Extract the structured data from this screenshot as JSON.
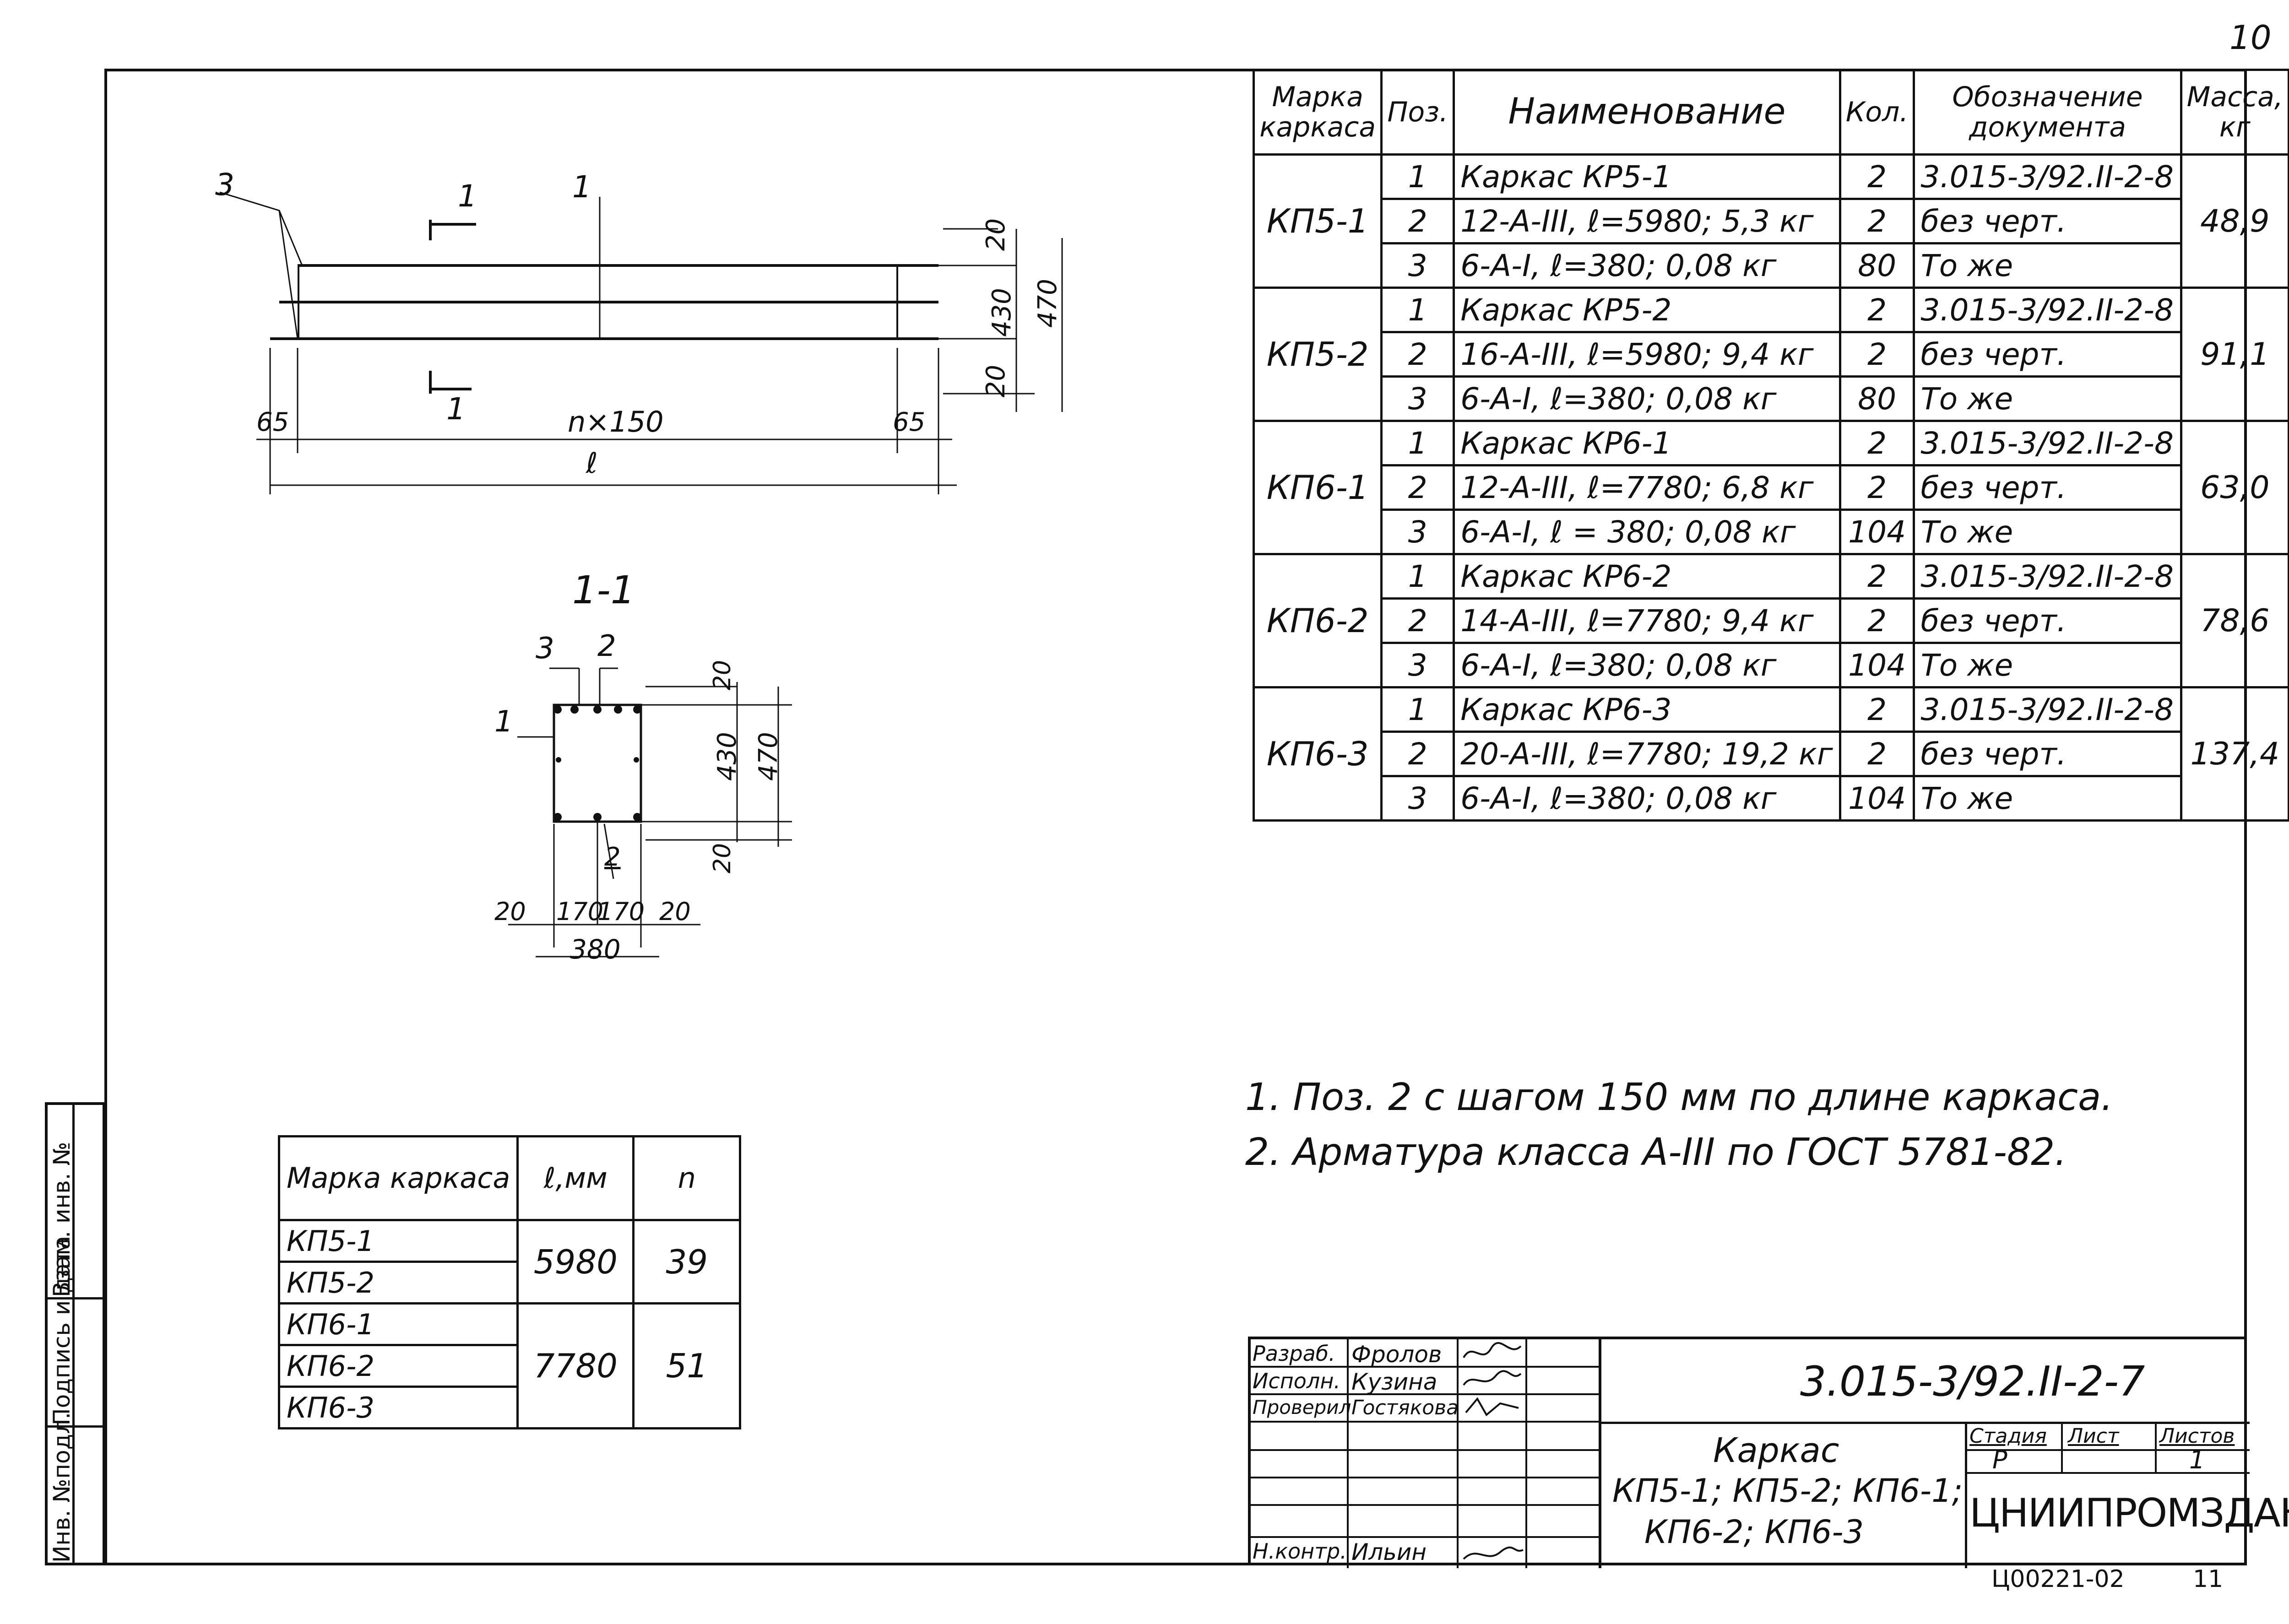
{
  "page_number": "10",
  "spec_table": {
    "headers": {
      "mark": "Марка каркаса",
      "pos": "Поз.",
      "name": "Наименование",
      "qty": "Кол.",
      "doc": "Обозначение документа",
      "mass": "Масса, кг"
    },
    "groups": [
      {
        "mark": "КП5-1",
        "mass": "48,9",
        "rows": [
          {
            "pos": "1",
            "name": "Каркас КР5-1",
            "qty": "2",
            "doc": "3.015-3/92.II-2-8"
          },
          {
            "pos": "2",
            "name": "12-A-III, ℓ=5980; 5,3 кг",
            "qty": "2",
            "doc": "без черт."
          },
          {
            "pos": "3",
            "name": "6-A-I, ℓ=380; 0,08 кг",
            "qty": "80",
            "doc": "То же"
          }
        ]
      },
      {
        "mark": "КП5-2",
        "mass": "91,1",
        "rows": [
          {
            "pos": "1",
            "name": "Каркас КР5-2",
            "qty": "2",
            "doc": "3.015-3/92.II-2-8"
          },
          {
            "pos": "2",
            "name": "16-A-III, ℓ=5980; 9,4 кг",
            "qty": "2",
            "doc": "без черт."
          },
          {
            "pos": "3",
            "name": "6-A-I, ℓ=380; 0,08 кг",
            "qty": "80",
            "doc": "То же"
          }
        ]
      },
      {
        "mark": "КП6-1",
        "mass": "63,0",
        "rows": [
          {
            "pos": "1",
            "name": "Каркас КР6-1",
            "qty": "2",
            "doc": "3.015-3/92.II-2-8"
          },
          {
            "pos": "2",
            "name": "12-A-III, ℓ=7780; 6,8 кг",
            "qty": "2",
            "doc": "без черт."
          },
          {
            "pos": "3",
            "name": "6-A-I, ℓ = 380; 0,08 кг",
            "qty": "104",
            "doc": "То же"
          }
        ]
      },
      {
        "mark": "КП6-2",
        "mass": "78,6",
        "rows": [
          {
            "pos": "1",
            "name": "Каркас КР6-2",
            "qty": "2",
            "doc": "3.015-3/92.II-2-8"
          },
          {
            "pos": "2",
            "name": "14-A-III, ℓ=7780; 9,4 кг",
            "qty": "2",
            "doc": "без черт."
          },
          {
            "pos": "3",
            "name": "6-A-I, ℓ=380; 0,08 кг",
            "qty": "104",
            "doc": "То же"
          }
        ]
      },
      {
        "mark": "КП6-3",
        "mass": "137,4",
        "rows": [
          {
            "pos": "1",
            "name": "Каркас КР6-3",
            "qty": "2",
            "doc": "3.015-3/92.II-2-8"
          },
          {
            "pos": "2",
            "name": "20-A-III, ℓ=7780; 19,2 кг",
            "qty": "2",
            "doc": "без черт."
          },
          {
            "pos": "3",
            "name": "6-A-I, ℓ=380; 0,08 кг",
            "qty": "104",
            "doc": "То же"
          }
        ]
      }
    ]
  },
  "notes": [
    "1. Поз. 2 с шагом 150 мм по длине каркаса.",
    "2. Арматура класса A-III по ГОСТ 5781-82."
  ],
  "length_table": {
    "headers": {
      "mark": "Марка каркаса",
      "length": "ℓ,мм",
      "n": "n"
    },
    "marks": [
      "КП5-1",
      "КП5-2",
      "КП6-1",
      "КП6-2",
      "КП6-3"
    ],
    "groups": [
      {
        "length": "5980",
        "n": "39"
      },
      {
        "length": "7780",
        "n": "51"
      }
    ]
  },
  "elevation": {
    "callout_3": "3",
    "section_mark_top": "1",
    "section_mark_bottom": "1",
    "section_mark_right": "1",
    "dim_20_top": "20",
    "dim_430": "430",
    "dim_470": "470",
    "dim_20_bottom": "20",
    "dim_65_left": "65",
    "dim_65_right": "65",
    "dim_nx150": "n×150",
    "dim_l": "ℓ"
  },
  "section": {
    "title": "1-1",
    "callout_1": "1",
    "callout_2": "2",
    "callout_3": "3",
    "callout_2_low": "2",
    "dim_20_top": "20",
    "dim_430": "430",
    "dim_470": "470",
    "dim_20_bottom": "20",
    "dim_20_left": "20",
    "dim_170_a": "170",
    "dim_170_b": "170",
    "dim_20_right": "20",
    "dim_380": "380"
  },
  "title_block": {
    "doc_code": "3.015-3/92.II-2-7",
    "roles": [
      "Разраб.",
      "Исполн.",
      "Проверил",
      "Н.контр."
    ],
    "names": [
      "Фролов",
      "Кузина",
      "Гостякова",
      "Ильин"
    ],
    "sheet_title": "Каркас",
    "sheet_subtitle_1": "КП5-1; КП5-2; КП6-1;",
    "sheet_subtitle_2": "КП6-2; КП6-3",
    "stage_label": "Стадия",
    "sheet_label": "Лист",
    "sheets_label": "Листов",
    "stage": "Р",
    "sheets": "1",
    "org": "ЦНИИПРОМЗДАНИЙ",
    "archive_no": "Ц00221-02",
    "copy_no": "11"
  },
  "side_stamp": {
    "inv": "Инв. №подл.",
    "sign": "Подпись и дата",
    "vzam": "Взам. инв. №"
  }
}
